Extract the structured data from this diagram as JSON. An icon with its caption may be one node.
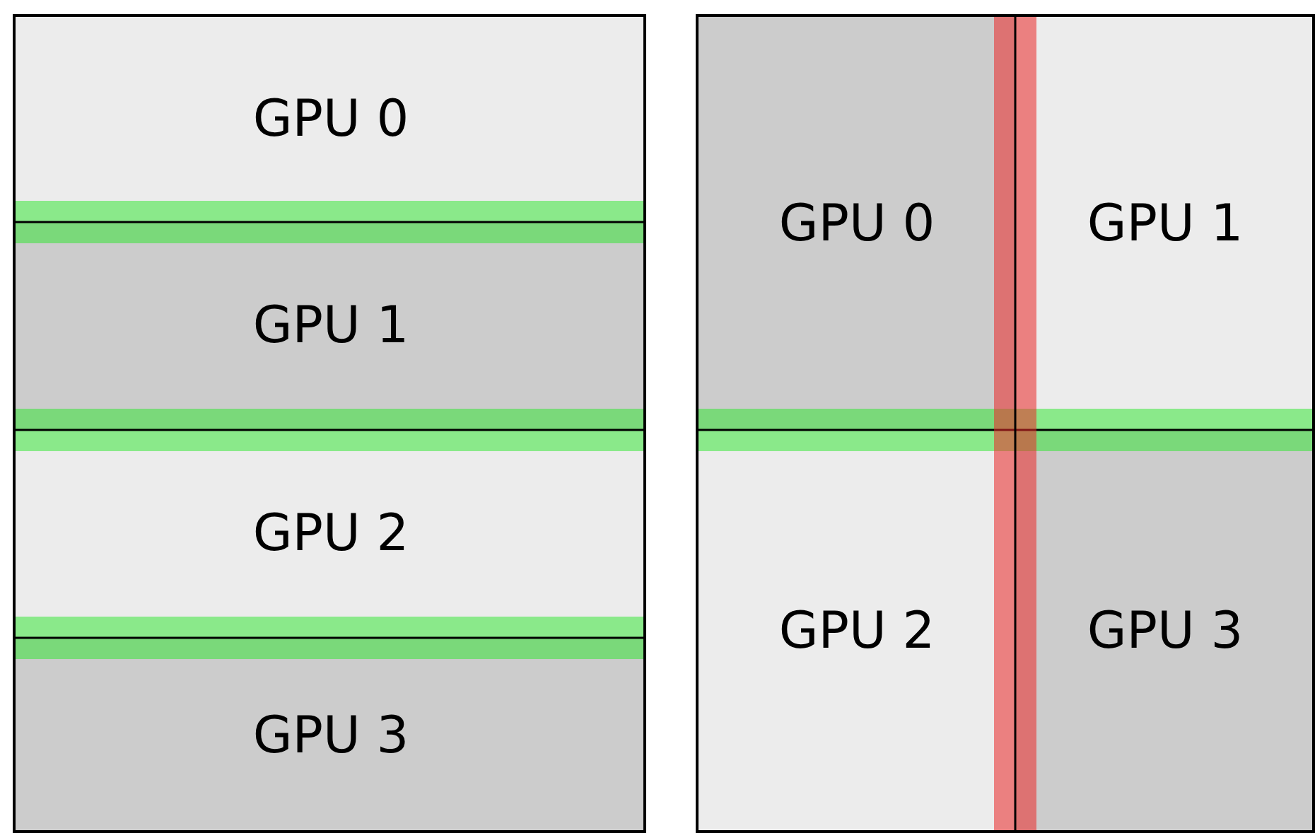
{
  "diagram": {
    "nodes": [
      {
        "text": [],
        "shape": "box"
      },
      {
        "text": [
          "GPU 0"
        ],
        "in": 0
      },
      {
        "text": [
          "GPU 1"
        ],
        "in": 0
      },
      {
        "text": [
          "GPU 2"
        ],
        "in": 0
      },
      {
        "text": [
          "GPU 3"
        ],
        "in": 0
      },
      {
        "text": [],
        "shape": "box"
      },
      {
        "text": [
          "GPU 0"
        ],
        "in": 5
      },
      {
        "text": [
          "GPU 1"
        ],
        "in": 5
      },
      {
        "text": [
          "GPU 2"
        ],
        "in": 5
      },
      {
        "text": [
          "GPU 3"
        ],
        "in": 5
      }
    ]
  }
}
